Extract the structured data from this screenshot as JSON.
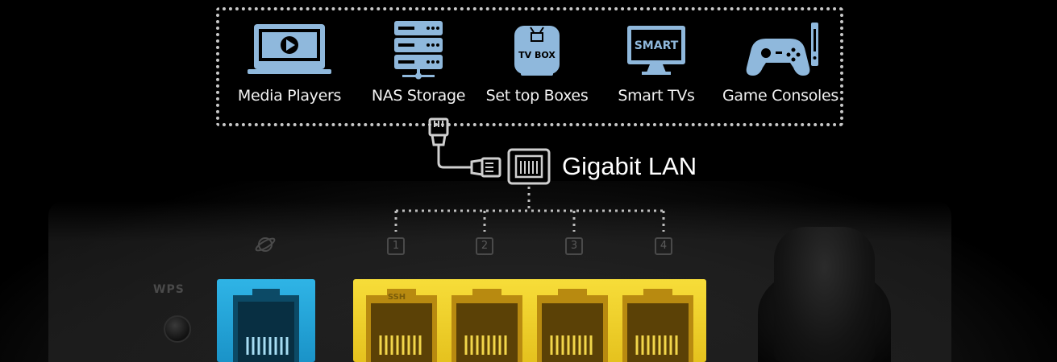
{
  "categories": [
    {
      "label": "Media Players",
      "icon": "media-player-icon"
    },
    {
      "label": "NAS Storage",
      "icon": "nas-storage-icon"
    },
    {
      "label": "Set top Boxes",
      "icon": "set-top-box-icon",
      "icon_text": "TV BOX"
    },
    {
      "label": "Smart TVs",
      "icon": "smart-tv-icon",
      "icon_text": "SMART"
    },
    {
      "label": "Game Consoles",
      "icon": "game-console-icon"
    }
  ],
  "lan_label": "Gigabit LAN",
  "ports": {
    "wps_label": "WPS",
    "lan_numbers": [
      "1",
      "2",
      "3",
      "4"
    ],
    "first_port_text": "SSH"
  },
  "colors": {
    "icon_blue": "#8fb8dc",
    "wan_port": "#1fa3d9",
    "lan_ports": "#f2d12e",
    "frame_dots": "#c8c8c8",
    "text": "#f2f2f2"
  }
}
